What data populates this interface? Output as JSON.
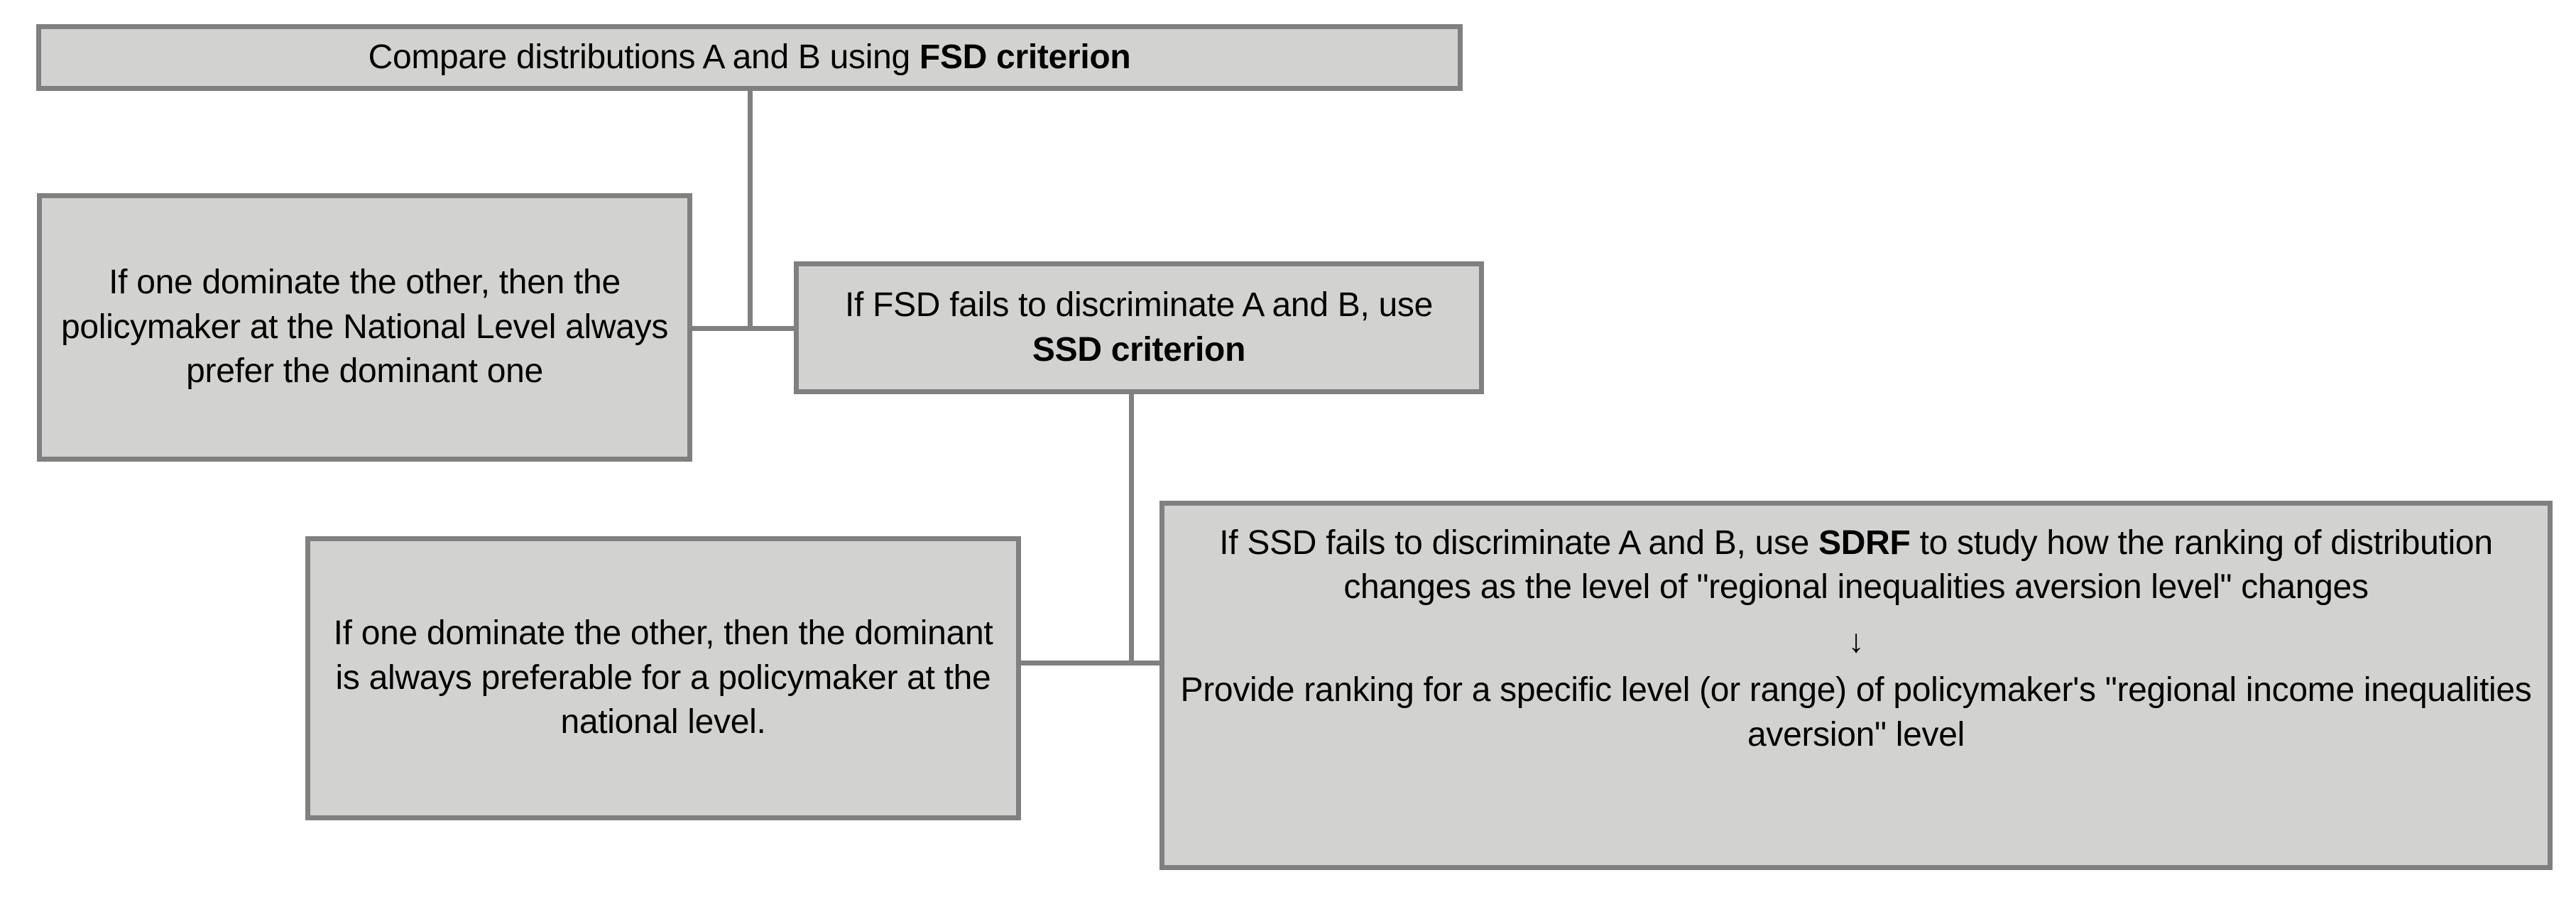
{
  "diagram": {
    "type": "flowchart",
    "title": "Stochastic dominance decision flowchart",
    "colors": {
      "node_fill": "#D2D2D0",
      "node_border": "#808080",
      "connector": "#808080",
      "text": "#000000",
      "background": "#FFFFFF"
    },
    "nodes": [
      {
        "id": "root",
        "name": "compare-fsd-box",
        "text_plain": "Compare distributions A and B using FSD criterion",
        "text_before_bold": "Compare distributions A and B using ",
        "bold": "FSD criterion",
        "text_after_bold": ""
      },
      {
        "id": "fsd-outcome",
        "name": "fsd-outcome-box",
        "text_plain": "If one dominate the other, then the policymaker at the National Level always prefer the dominant one",
        "text_before_bold": "If one dominate the other, then the policymaker at the National Level always prefer the dominant one",
        "bold": "",
        "text_after_bold": ""
      },
      {
        "id": "ssd-step",
        "name": "ssd-step-box",
        "text_plain": "If FSD  fails to discriminate A and B, use SSD criterion",
        "text_before_bold": "If FSD  fails to discriminate A and B, use ",
        "bold": "SSD criterion",
        "text_after_bold": ""
      },
      {
        "id": "ssd-outcome",
        "name": "ssd-outcome-box",
        "text_plain": "If one dominate the other, then the dominant is always preferable for a policymaker at the national level.",
        "text_before_bold": "If one dominate the other, then the dominant is always preferable for a policymaker at the national level.",
        "bold": "",
        "text_after_bold": ""
      },
      {
        "id": "sdrf",
        "name": "sdrf-box",
        "line1_before_bold": "If SSD fails to discriminate A and B, use ",
        "line1_bold": "SDRF",
        "line1_after_bold": " to study how the ranking of distribution changes as the level of \"regional inequalities aversion level\" changes",
        "arrow_glyph": "↓",
        "line2": "Provide ranking for a specific level (or range) of policymaker's \"regional income inequalities aversion\" level"
      }
    ],
    "connectors": [
      {
        "id": "conn-root-vert",
        "name": "connector-root-to-junction",
        "orientation": "vertical"
      },
      {
        "id": "conn-fsd-horiz",
        "name": "connector-fsd-outcome-to-ssd",
        "orientation": "horizontal"
      },
      {
        "id": "conn-ssd-vert",
        "name": "connector-ssd-to-junction",
        "orientation": "vertical"
      },
      {
        "id": "conn-ssd-horiz",
        "name": "connector-ssd-outcome-to-sdrf",
        "orientation": "horizontal"
      }
    ]
  }
}
